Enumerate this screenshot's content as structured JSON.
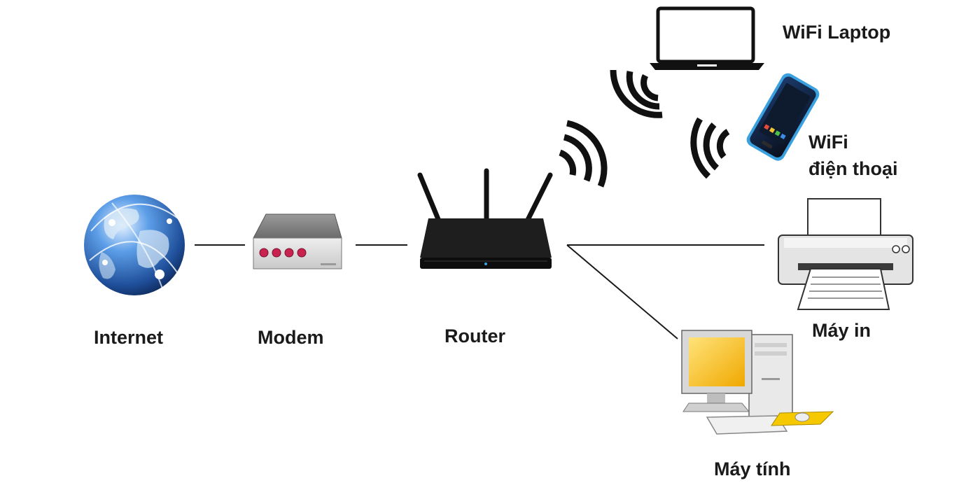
{
  "diagram": {
    "nodes": {
      "internet": {
        "label": "Internet"
      },
      "modem": {
        "label": "Modem"
      },
      "router": {
        "label": "Router"
      },
      "laptop": {
        "label": "WiFi Laptop"
      },
      "phone": {
        "label_line1": "WiFi",
        "label_line2": "điện thoại"
      },
      "printer": {
        "label": "Máy in"
      },
      "pc": {
        "label": "Máy tính"
      }
    },
    "connections": [
      {
        "from": "internet",
        "to": "modem",
        "type": "wired"
      },
      {
        "from": "modem",
        "to": "router",
        "type": "wired"
      },
      {
        "from": "router",
        "to": "printer",
        "type": "wired"
      },
      {
        "from": "router",
        "to": "pc",
        "type": "wired"
      },
      {
        "from": "router",
        "to": "laptop",
        "type": "wireless"
      },
      {
        "from": "router",
        "to": "phone",
        "type": "wireless"
      }
    ],
    "colors": {
      "line": "#1a1a1a",
      "globe": "#2f6fc4",
      "modem_led": "#c8234e",
      "router_body": "#111111",
      "phone_accent": "#3aa0e0",
      "monitor_screen": "#f5b800"
    }
  }
}
